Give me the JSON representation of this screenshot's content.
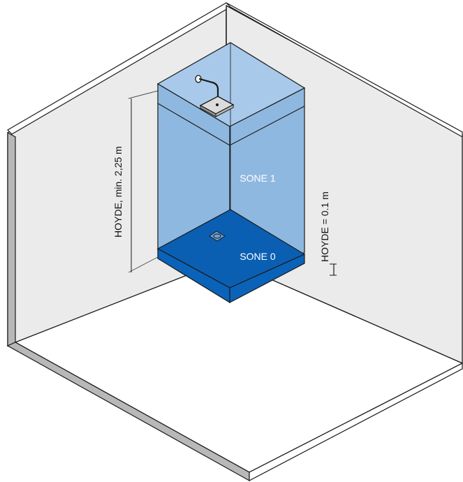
{
  "zones": {
    "zone1_label": "SONE 1",
    "zone0_label": "SONE 0"
  },
  "dimensions": {
    "height_label": "HOYDE, min. 2,25 m",
    "zone0_height_label": "HOYDE = 0.1 m"
  },
  "colors": {
    "zone1_fill": "#8fb8e0",
    "zone1_top": "#a8c9e9",
    "zone0_fill": "#0a63b8",
    "zone0_top": "#0a5fb2",
    "wall_fill": "#ebebeb",
    "wall_edge": "#b8b8b8",
    "line": "#1a1a1a",
    "label_text": "#ffffff",
    "dimension_text": "#111111"
  },
  "icons": {
    "shower": "shower-head-icon",
    "drain": "floor-drain-icon"
  }
}
